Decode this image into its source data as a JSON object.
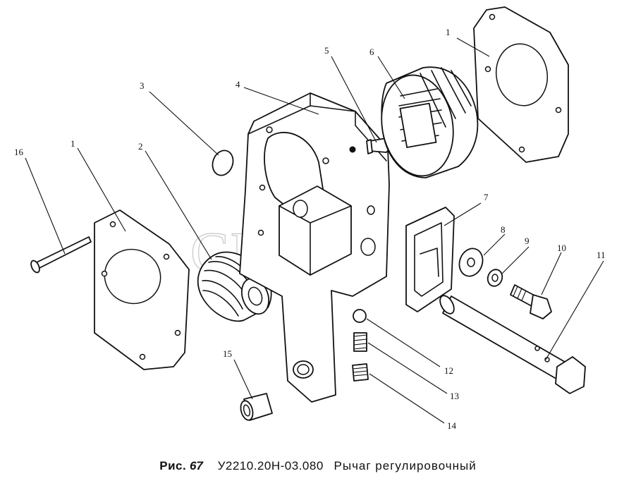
{
  "caption": {
    "figure_label": "Рис.",
    "figure_number": "67",
    "part_code": "У2210.20Н-03.080",
    "title": "Рычаг регулировочный"
  },
  "watermark": "CEJIM",
  "callouts": [
    "1",
    "1",
    "2",
    "3",
    "4",
    "5",
    "6",
    "7",
    "8",
    "9",
    "10",
    "11",
    "12",
    "13",
    "14",
    "15",
    "16"
  ]
}
